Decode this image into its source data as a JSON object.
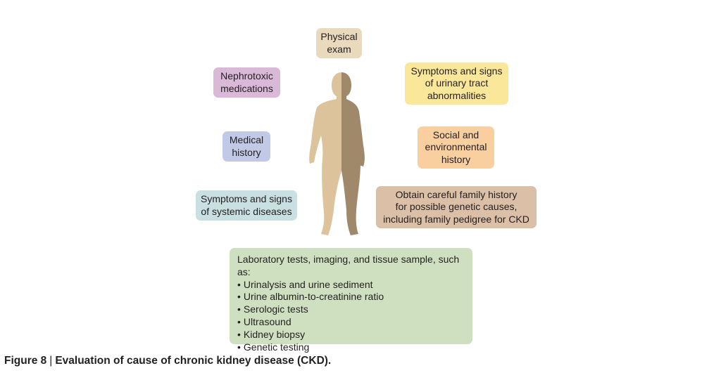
{
  "boxes": {
    "physical": "Physical\nexam",
    "nephro": "Nephrotoxic\nmedications",
    "urinary": "Symptoms and signs\nof urinary tract\nabnormalities",
    "medical": "Medical\nhistory",
    "social": "Social and\nenvironmental\nhistory",
    "systemic": "Symptoms and signs\nof systemic diseases",
    "family": "Obtain careful family history\nfor possible genetic causes,\nincluding family pedigree for CKD"
  },
  "labs": {
    "intro": "Laboratory tests, imaging, and tissue sample, such as:",
    "items": [
      "Urinalysis and urine sediment",
      "Urine albumin-to-creatinine ratio",
      "Serologic tests",
      "Ultrasound",
      "Kidney biopsy",
      "Genetic testing"
    ]
  },
  "caption": {
    "number": "Figure 8",
    "separator": "|",
    "title": "Evaluation of cause of chronic kidney disease (CKD)."
  },
  "colors": {
    "figure_left": "#dcc39b",
    "figure_right": "#a0886a"
  }
}
